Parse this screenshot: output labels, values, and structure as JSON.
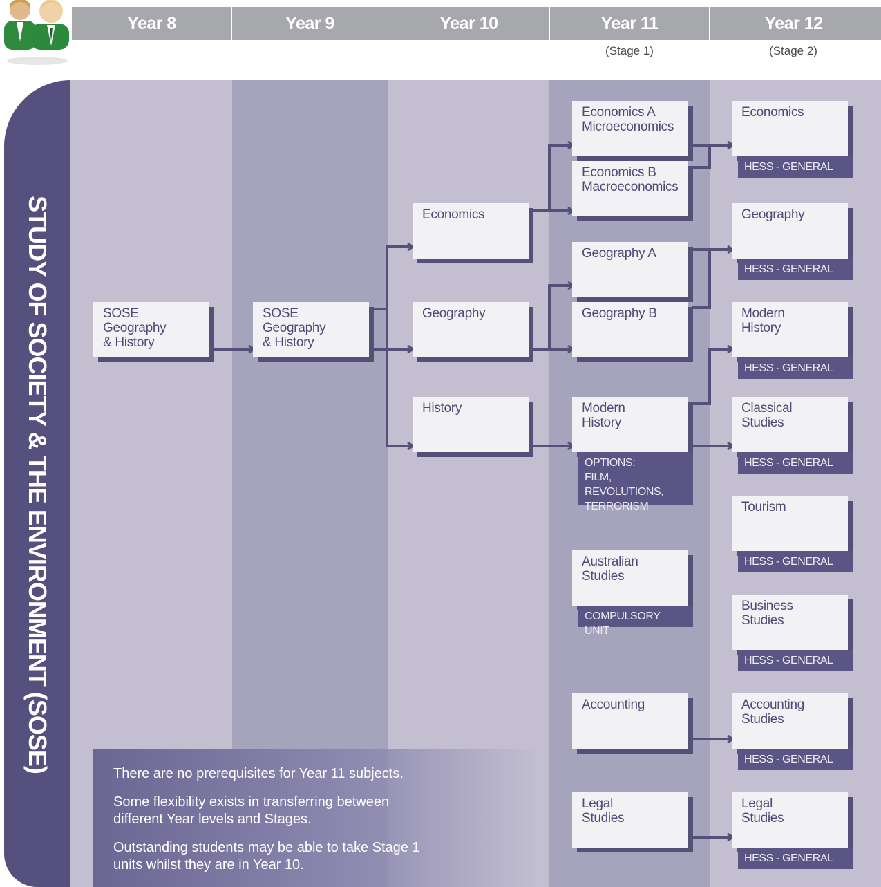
{
  "title": "STUDY OF SOCIETY & THE ENVIRONMENT (SOSE)",
  "years": [
    {
      "label": "Year 8",
      "stage": ""
    },
    {
      "label": "Year 9",
      "stage": ""
    },
    {
      "label": "Year 10",
      "stage": ""
    },
    {
      "label": "Year 11",
      "stage": "(Stage 1)"
    },
    {
      "label": "Year 12",
      "stage": "(Stage 2)"
    }
  ],
  "year8": {
    "sose": "SOSE\nGeography\n& History"
  },
  "year9": {
    "sose": "SOSE\nGeography\n& History"
  },
  "year10": {
    "economics": "Economics",
    "geography": "Geography",
    "history": "History"
  },
  "year11": {
    "econ_a": "Economics A\nMicroeconomics",
    "econ_b": "Economics B\nMacroeconomics",
    "geo_a": "Geography A",
    "geo_b": "Geography B",
    "modern_history": "Modern\nHistory",
    "modern_history_options": "OPTIONS:\nFILM, REVOLUTIONS,\nTERRORISM",
    "australian_studies": "Australian\nStudies",
    "australian_studies_tag": "COMPULSORY UNIT",
    "accounting": "Accounting",
    "legal_studies": "Legal\nStudies"
  },
  "year12": [
    {
      "name": "Economics",
      "tag": "HESS - GENERAL"
    },
    {
      "name": "Geography",
      "tag": "HESS - GENERAL"
    },
    {
      "name": "Modern\nHistory",
      "tag": "HESS - GENERAL"
    },
    {
      "name": "Classical\nStudies",
      "tag": "HESS - GENERAL"
    },
    {
      "name": "Tourism",
      "tag": "HESS - GENERAL"
    },
    {
      "name": "Business\nStudies",
      "tag": "HESS - GENERAL"
    },
    {
      "name": "Accounting\nStudies",
      "tag": "HESS - GENERAL"
    },
    {
      "name": "Legal\nStudies",
      "tag": "HESS - GENERAL"
    }
  ],
  "notes": [
    "There are no prerequisites for Year 11 subjects.",
    "Some flexibility exists in transferring between different Year levels and Stages.",
    "Outstanding students may be able to take Stage 1 units whilst they are in Year 10."
  ],
  "colors": {
    "accent": "#545078",
    "header": "#a7a8ac",
    "box": "#f2f2f4",
    "tag": "#5a5584"
  }
}
